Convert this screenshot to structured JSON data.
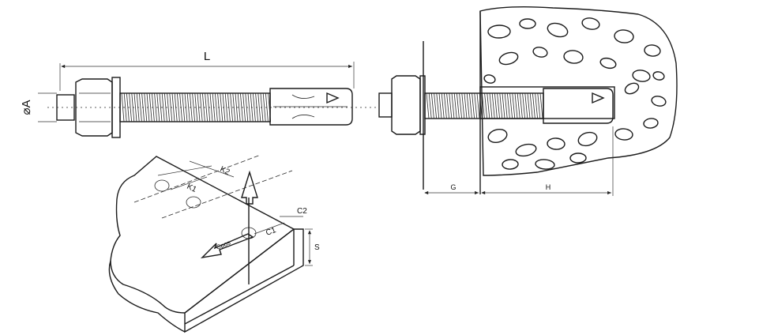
{
  "labels": {
    "length": "L",
    "diameter": "⌀A",
    "g": "G",
    "h": "H",
    "k1": "K1",
    "k2": "K2",
    "c1": "C1",
    "c2": "C2",
    "s": "S",
    "direction": "Cpos"
  },
  "colors": {
    "line": "#1a1a1a",
    "shade": "#d9d9d9",
    "background": "#ffffff"
  }
}
